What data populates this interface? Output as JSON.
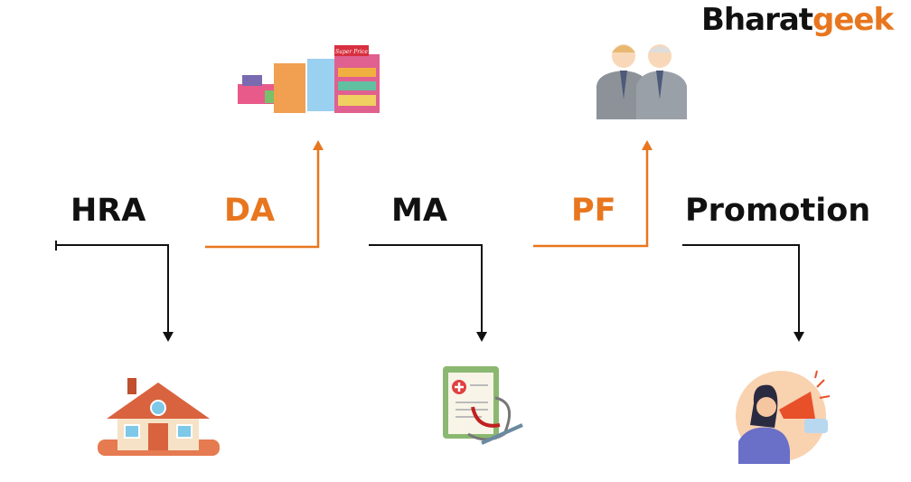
{
  "logo": {
    "part1": "Bharat",
    "part2": "geek"
  },
  "items": [
    {
      "label": "HRA",
      "illustration": "house-icon"
    },
    {
      "label": "DA",
      "illustration": "supermarket-icon",
      "sign": "Super Price"
    },
    {
      "label": "MA",
      "illustration": "medical-report-icon"
    },
    {
      "label": "PF",
      "illustration": "senior-employees-icon"
    },
    {
      "label": "Promotion",
      "illustration": "megaphone-woman-icon"
    }
  ],
  "colors": {
    "accent": "#e8761e",
    "text": "#111111"
  }
}
